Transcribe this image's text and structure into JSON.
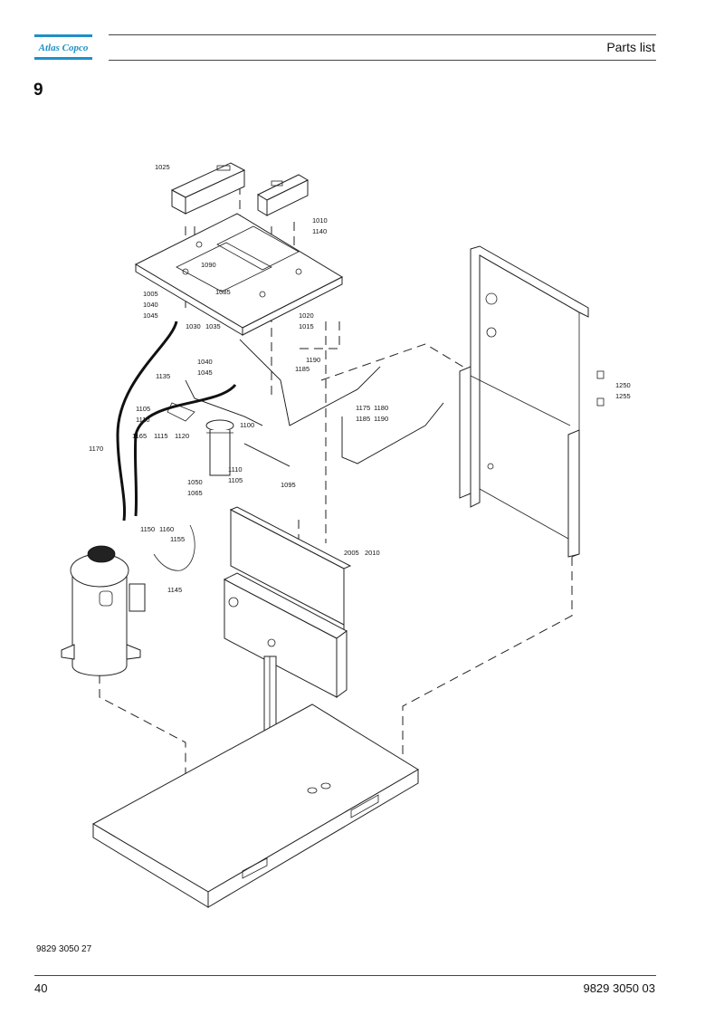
{
  "header": {
    "logo_text": "Atlas Copco",
    "title": "Parts list",
    "brand_color": "#1e8fc8"
  },
  "section": {
    "number": "9"
  },
  "callouts": {
    "c1025": "1025",
    "c1010": "1010",
    "c1140": "1140",
    "c1090": "1090",
    "c1085": "1085",
    "c1005": "1005",
    "c1040a": "1040",
    "c1045a": "1045",
    "c1030": "1030",
    "c1035": "1035",
    "c1020": "1020",
    "c1015": "1015",
    "c1040b": "1040",
    "c1045b": "1045",
    "c1135": "1135",
    "c1190a": "1190",
    "c1185a": "1185",
    "c1105a": "1105",
    "c1110a": "1110",
    "c1165": "1165",
    "c1115": "1115",
    "c1120": "1120",
    "c1100": "1100",
    "c1175": "1175",
    "c1180": "1180",
    "c1185b": "1185",
    "c1190b": "1190",
    "c1170": "1170",
    "c1110b": "1110",
    "c1105b": "1105",
    "c1050": "1050",
    "c1065": "1065",
    "c1095": "1095",
    "c1250": "1250",
    "c1255": "1255",
    "c1150": "1150",
    "c1160": "1160",
    "c1155": "1155",
    "c1145": "1145",
    "c2005": "2005",
    "c2010": "2010"
  },
  "footer": {
    "figure_ref": "9829 3050 27",
    "page_number": "40",
    "doc_number": "9829 3050 03"
  }
}
